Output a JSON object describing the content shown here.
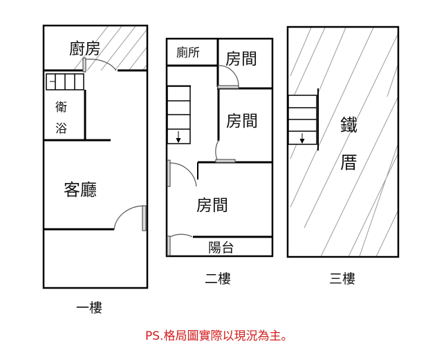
{
  "colors": {
    "wall": "#000000",
    "hatch": "#9a9a9a",
    "door": "#666666",
    "note": "#d11a1a"
  },
  "floors": [
    {
      "label": "一樓",
      "rooms": {
        "kitchen": "廚房",
        "bath_1": "衛",
        "bath_2": "浴",
        "living": "客廳"
      }
    },
    {
      "label": "二樓",
      "rooms": {
        "toilet": "廁所",
        "bedroom_a": "房間",
        "bedroom_b": "房間",
        "bedroom_c": "房間",
        "balcony": "陽台"
      }
    },
    {
      "label": "三樓",
      "rooms": {
        "iron_1": "鐵",
        "iron_2": "厝"
      }
    }
  ],
  "note": "PS.格局圖實際以現況為主。"
}
